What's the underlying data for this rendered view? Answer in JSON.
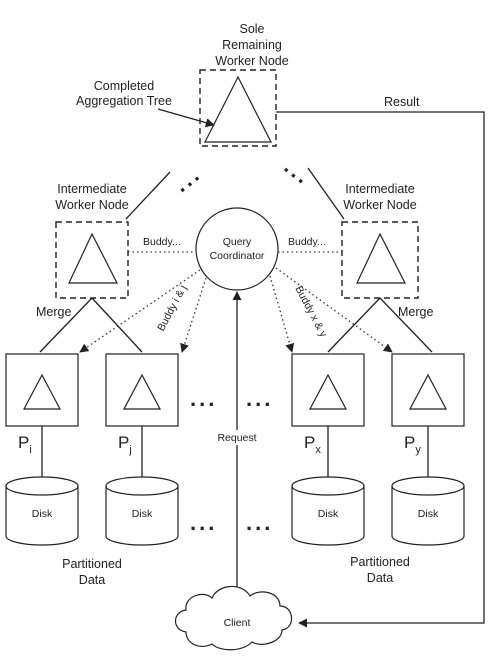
{
  "labels": {
    "sole_line1": "Sole",
    "sole_line2": "Remaining",
    "sole_line3": "Worker Node",
    "completed_line1": "Completed",
    "completed_line2": "Aggregation Tree",
    "result": "Result",
    "intermediate_line1": "Intermediate",
    "intermediate_line2": "Worker Node",
    "query_line1": "Query",
    "query_line2": "Coordinator",
    "buddy": "Buddy...",
    "merge": "Merge",
    "buddy_ij": "Buddy i & j",
    "buddy_xy": "Buddy x & y",
    "request": "Request",
    "disk": "Disk",
    "partitioned_line1": "Partitioned",
    "partitioned_line2": "Data",
    "client": "Client",
    "ellipsis": "..."
  },
  "partitions": [
    {
      "letter": "P",
      "sub": "i"
    },
    {
      "letter": "P",
      "sub": "j"
    },
    {
      "letter": "P",
      "sub": "x"
    },
    {
      "letter": "P",
      "sub": "y"
    }
  ]
}
